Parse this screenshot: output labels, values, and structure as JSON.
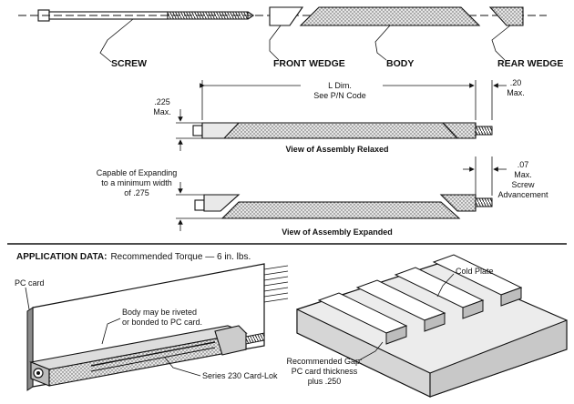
{
  "parts": {
    "screw": "SCREW",
    "front_wedge": "FRONT WEDGE",
    "body": "BODY",
    "rear_wedge": "REAR WEDGE"
  },
  "dims": {
    "l_dim": "L Dim.",
    "l_dim_note": "See P/N Code",
    "right_gap_value": ".20",
    "right_gap_unit": "Max.",
    "height_value": ".225",
    "height_unit": "Max.",
    "expand_line1": "Capable of Expanding",
    "expand_line2": "to a minimum width",
    "expand_line3": "of .275",
    "advance_value": ".07",
    "advance_line2": "Max.",
    "advance_line3": "Screw",
    "advance_line4": "Advancement"
  },
  "views": {
    "relaxed": "View of Assembly Relaxed",
    "expanded": "View of Assembly Expanded"
  },
  "application": {
    "heading": "APPLICATION DATA:",
    "torque": "Recommended Torque — 6 in. lbs.",
    "pc_card": "PC card",
    "body_note_line1": "Body may be riveted",
    "body_note_line2": "or bonded to PC card.",
    "series": "Series 230 Card-Lok",
    "cold_plate": "Cold Plate",
    "gap_line1": "Recommended Gap:",
    "gap_line2": "PC card thickness",
    "gap_line3": "plus .250"
  }
}
